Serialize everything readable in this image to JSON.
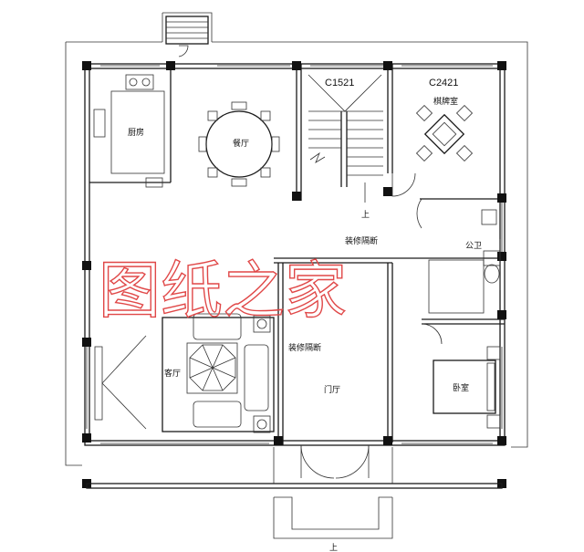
{
  "watermark": {
    "text": "图纸之家",
    "color": "#e04848"
  },
  "rooms": {
    "kitchen": "厨房",
    "dining": "餐厅",
    "chess": "棋牌室",
    "toilet": "公卫",
    "living": "客厅",
    "foyer": "门厅",
    "bedroom": "卧室"
  },
  "annotations": {
    "partition_top": "装修隔断",
    "partition_mid": "装修隔断",
    "stair_up": "上",
    "entry_up": "上",
    "window_c1521": "C1521",
    "window_c2421": "C2421"
  },
  "colors": {
    "line": "#1a1a1a",
    "column": "#111111"
  }
}
